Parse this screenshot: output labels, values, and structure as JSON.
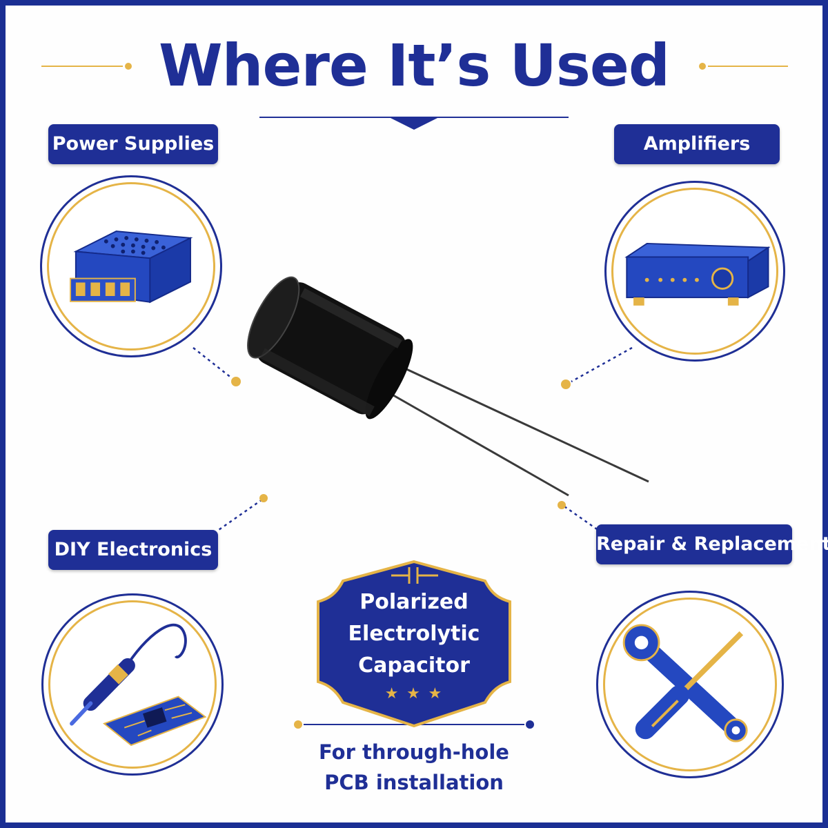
{
  "title": "Where It’s Used",
  "uses": [
    {
      "label": "Power Supplies",
      "icon": "power-supply-icon"
    },
    {
      "label": "Amplifiers",
      "icon": "amplifier-icon"
    },
    {
      "label": "DIY Electronics",
      "icon": "soldering-iron-icon"
    },
    {
      "label": "Repair & Replacement",
      "icon": "wrench-screwdriver-icon"
    }
  ],
  "badge": {
    "symbol": "capacitor-symbol-icon",
    "lines": [
      "Polarized",
      "Electrolytic",
      "Capacitor"
    ],
    "stars": "★ ★ ★"
  },
  "footer": {
    "lines": [
      "For through-hole",
      "PCB installation"
    ]
  },
  "colors": {
    "brand_blue": "#1f2f96",
    "accent_gold": "#e5b447",
    "background": "#ffffff"
  }
}
